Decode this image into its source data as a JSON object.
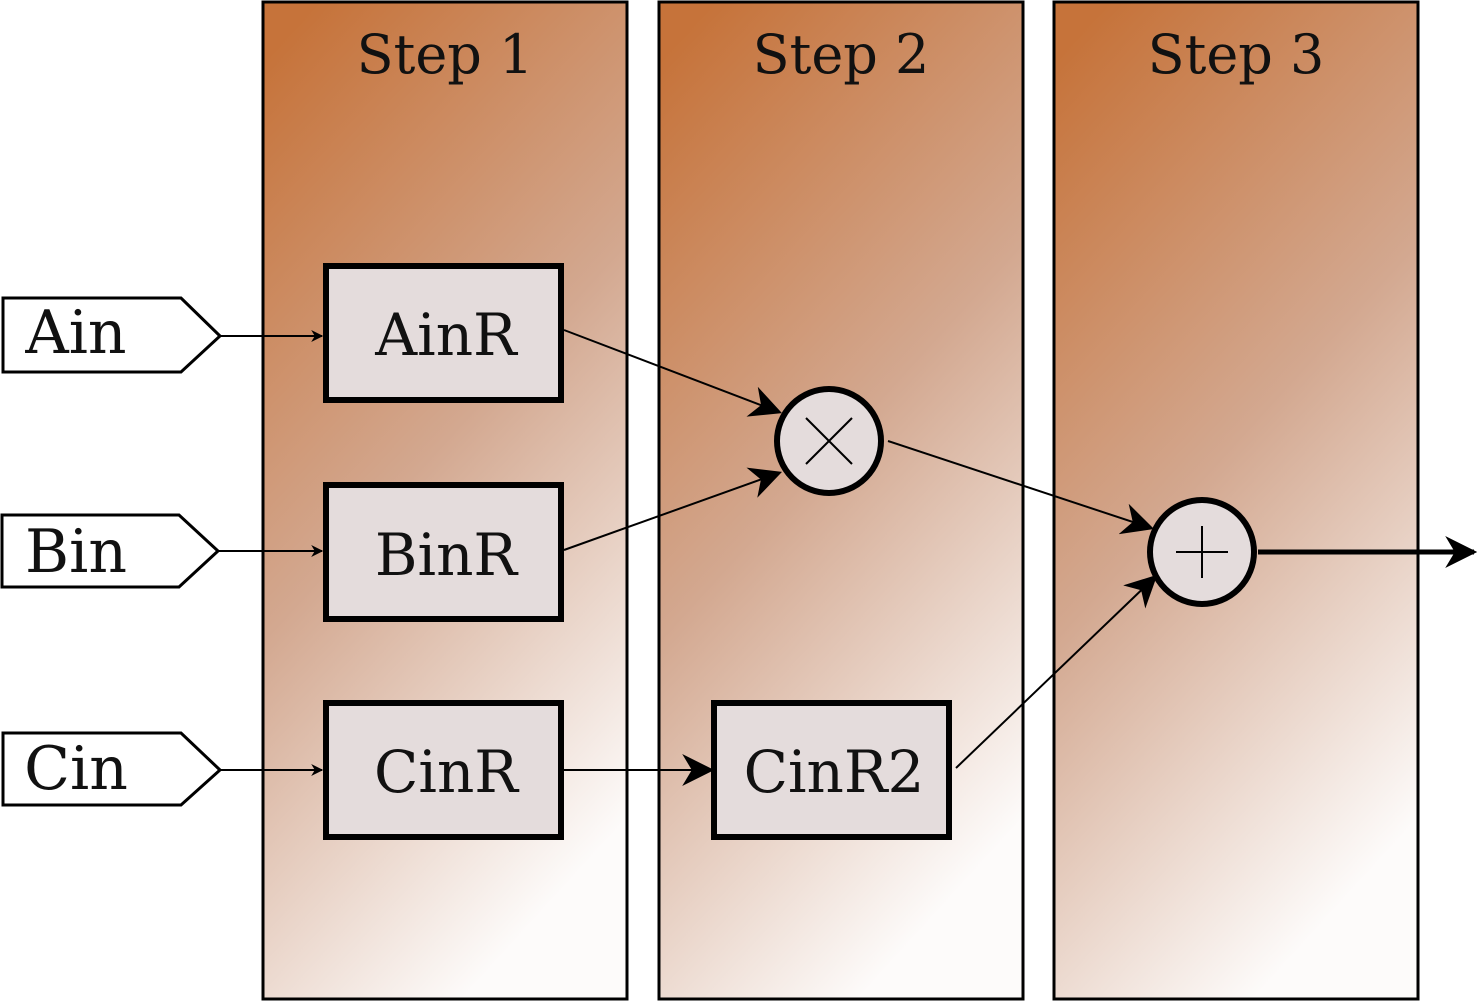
{
  "stages": [
    {
      "title": "Step 1"
    },
    {
      "title": "Step 2"
    },
    {
      "title": "Step 3"
    }
  ],
  "inputs": [
    {
      "label": "Ain"
    },
    {
      "label": "Bin"
    },
    {
      "label": "Cin"
    }
  ],
  "registers": [
    {
      "label": "AinR"
    },
    {
      "label": "BinR"
    },
    {
      "label": "CinR"
    },
    {
      "label": "CinR2"
    }
  ],
  "operators": {
    "multiply": "multiply-symbol",
    "add": "plus-symbol"
  },
  "colors": {
    "stage_top": "#c6733a",
    "stage_bottom": "#fdfbfa",
    "register_fill": "#e4dcdc",
    "stroke": "#000000"
  }
}
